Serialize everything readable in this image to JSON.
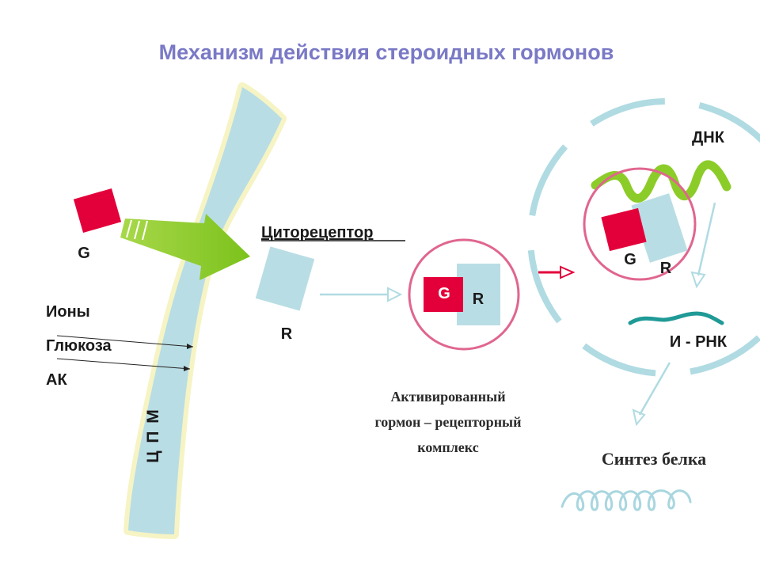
{
  "title": "Механизм действия стероидных гормонов",
  "membrane": {
    "label": "Ц П М"
  },
  "hormone": {
    "label": "G"
  },
  "substances": [
    "Ионы",
    "Глюкоза",
    "АК"
  ],
  "cytoreceptor": {
    "title": "Циторецептор",
    "label": "R"
  },
  "complex": {
    "hormone_label": "G",
    "receptor_label": "R",
    "caption": [
      "Активированный",
      "гормон – рецепторный",
      "комплекс"
    ]
  },
  "nucleus": {
    "dna_label": "ДНК",
    "hormone_label": "G",
    "receptor_label": "R",
    "mrna_label": "И - РНК"
  },
  "protein": {
    "label": "Синтез белка"
  },
  "colors": {
    "membrane_fill": "#b9dde4",
    "membrane_glow": "#f6f4c4",
    "hormone_red": "#e3003a",
    "receptor_blue": "#b9dde4",
    "arrow_green": "#8ccc28",
    "ring_pink": "#e0668f",
    "nucleus_dash": "#b0dbe2",
    "mrna_teal": "#1f9a96",
    "title_purple": "#7a79c6"
  }
}
